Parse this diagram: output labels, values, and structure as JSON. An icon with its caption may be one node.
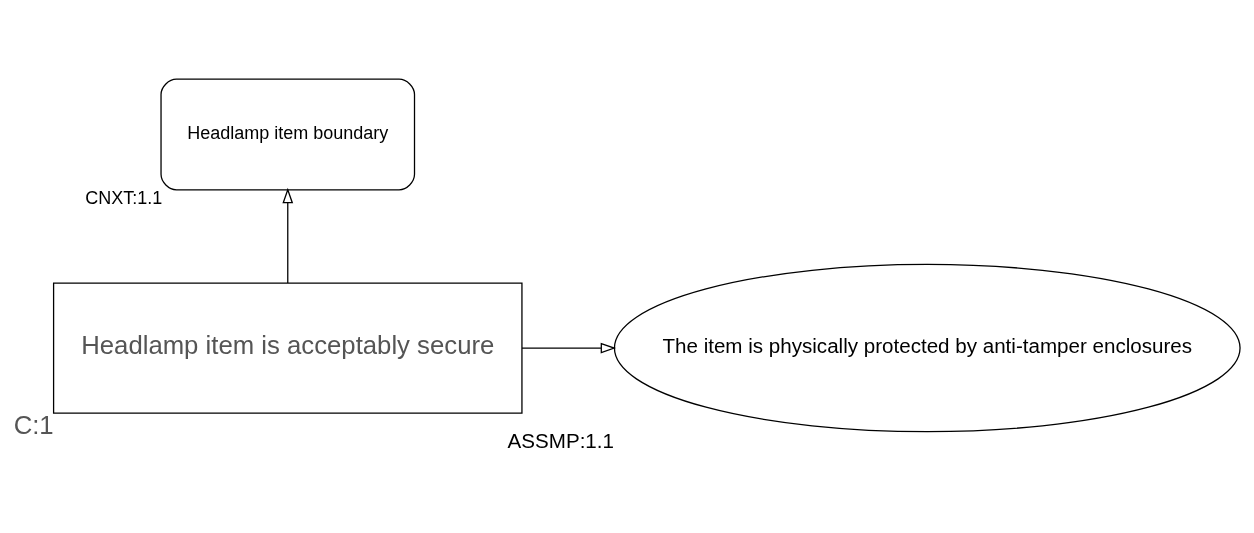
{
  "diagram": {
    "nodes": [
      {
        "text": [
          "Headlamp item boundary"
        ],
        "beside": [
          "CNXT:1.1"
        ]
      },
      {
        "text": [
          "Headlamp item is acceptably secure"
        ],
        "beside": [
          "C:1"
        ]
      },
      {
        "text": [
          "The item is physically protected by anti-tamper enclosures"
        ],
        "beside": [
          "ASSMP:1.1"
        ]
      }
    ],
    "edges": [
      {
        "from": 1,
        "to": 0,
        "arrow": "to"
      },
      {
        "from": 1,
        "to": 2,
        "arrow": "to"
      }
    ]
  }
}
